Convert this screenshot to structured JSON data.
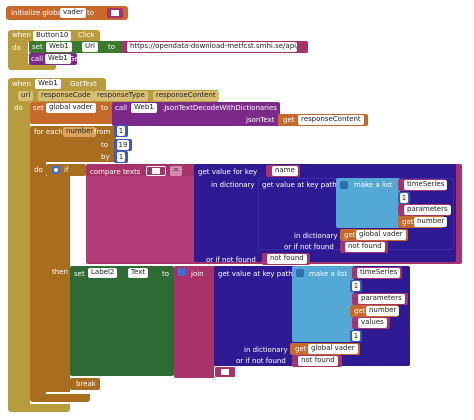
{
  "colors": {
    "variable": "#c8692c",
    "event": "#b79b3c",
    "component": "#3a7a2d",
    "component_get": "#2e6b34",
    "text_block": "#a7336a",
    "control": "#a96d1f",
    "list": "#53a8d6",
    "dictionary": "#2e1b94",
    "math": "#3b5ac0",
    "string_slot": "#b32f79"
  },
  "global_init": {
    "keyword": "initialize global",
    "name": "vader",
    "to": "to"
  },
  "button_event": {
    "when": "when",
    "component": "Button10",
    "event": "Click",
    "do": "do",
    "set": "set",
    "target_component": "Web1",
    "property": "Url",
    "to": "to",
    "url_value": "https://opendata-download-metfcst.smhi.se/api/ca",
    "call": "call",
    "call_component": "Web1",
    "call_method": "Get"
  },
  "web_event": {
    "when": "when",
    "component": "Web1",
    "event": "GotText",
    "params": [
      "url",
      "responseCode",
      "responseType",
      "responseContent"
    ],
    "do": "do",
    "set": "set",
    "var_name": "global vader",
    "to": "to",
    "call": "call",
    "call_component": "Web1",
    "call_method": ".JsonTextDecodeWithDictionaries",
    "json_text_label": "jsonText",
    "get": "get",
    "get_arg": "responseContent"
  },
  "for_each": {
    "label": "for each",
    "var": "number",
    "from": "from",
    "from_val": "1",
    "to": "to",
    "to_val": "19",
    "by": "by",
    "by_val": "1",
    "do": "do"
  },
  "if_block": {
    "if": "if",
    "compare": "compare texts",
    "op": "=",
    "then": "then"
  },
  "dict_lookup_1": {
    "get_value": "get value for key",
    "key": "name",
    "in_dictionary": "in dictionary",
    "get_at_path": "get value at key path",
    "make_list": "make a list",
    "items": [
      "timeSeries",
      "1",
      "parameters",
      "get",
      "number"
    ],
    "get": "get",
    "dict_var": "global vader",
    "or_not_found": "or if not found",
    "not_found": "not found",
    "if_not_found_2": "or if not found",
    "not_found_2": "not found"
  },
  "then_block": {
    "set": "set",
    "component": "Label2",
    "property": "Text",
    "to": "to",
    "join": "join",
    "get_at_path": "get value at key path",
    "make_list": "make a list",
    "items": [
      "timeSeries",
      "1",
      "parameters",
      "get",
      "number",
      "values",
      "1"
    ],
    "in_dictionary": "in dictionary",
    "get": "get",
    "dict_var": "global vader",
    "or_not_found": "or if not found",
    "not_found": "not found"
  },
  "break_label": "break"
}
